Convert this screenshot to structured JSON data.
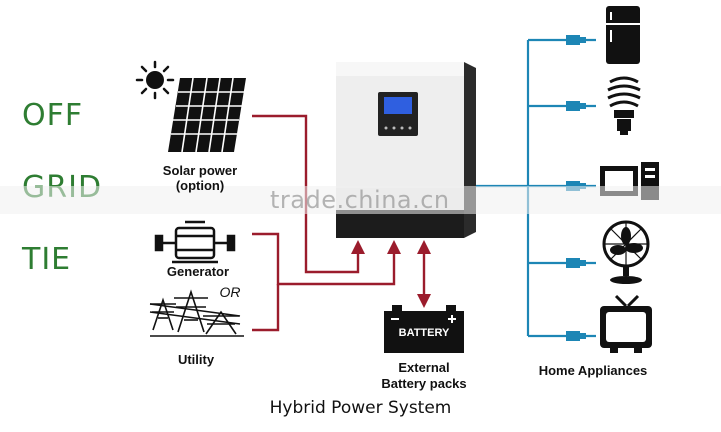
{
  "side_text": {
    "line1": "OFF",
    "line2": "GRID",
    "line3": "TIE"
  },
  "sources": {
    "solar_label_1": "Solar power",
    "solar_label_2": "(option)",
    "generator_label": "Generator",
    "or_label": "OR",
    "utility_label": "Utility"
  },
  "battery": {
    "box_text": "BATTERY",
    "label_1": "External",
    "label_2": "Battery packs"
  },
  "appliances_label": "Home Appliances",
  "caption": "Hybrid Power System",
  "watermark": "trade.china.cn",
  "colors": {
    "input_line": "#9b1c2c",
    "output_line": "#1d86b5",
    "side_text": "#2e7d32",
    "inverter_screen": "#2f5fe0"
  }
}
